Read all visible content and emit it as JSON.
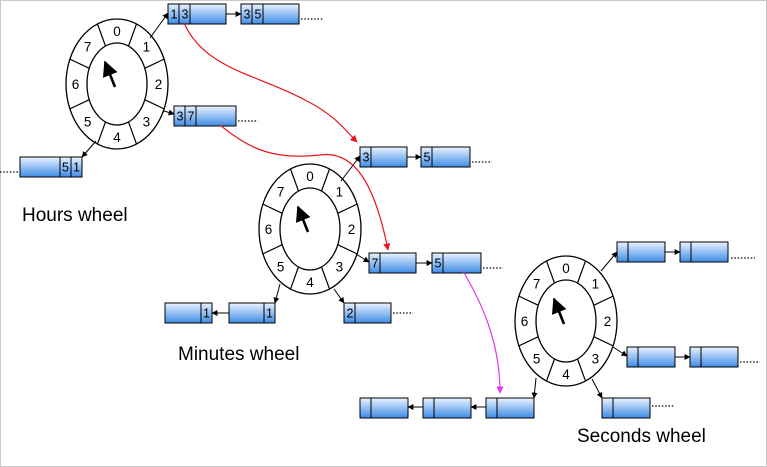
{
  "wheels": [
    {
      "id": "hours",
      "title": "Hours wheel",
      "slots": [
        "0",
        "1",
        "2",
        "3",
        "4",
        "5",
        "6",
        "7"
      ]
    },
    {
      "id": "minutes",
      "title": "Minutes wheel",
      "slots": [
        "0",
        "1",
        "2",
        "3",
        "4",
        "5",
        "6",
        "7"
      ]
    },
    {
      "id": "seconds",
      "title": "Seconds wheel",
      "slots": [
        "0",
        "1",
        "2",
        "3",
        "4",
        "5",
        "6",
        "7"
      ]
    }
  ],
  "lists": {
    "hours_slot1": [
      [
        "1",
        "3"
      ],
      [
        "3",
        "5"
      ]
    ],
    "hours_slot3": [
      [
        "3",
        "7"
      ]
    ],
    "hours_slot5": [
      [
        "5",
        "1"
      ]
    ],
    "minutes_slot1": [
      [
        "3"
      ],
      [
        "5"
      ]
    ],
    "minutes_slot3": [
      [
        "7"
      ],
      [
        "5"
      ]
    ],
    "minutes_slot4": [
      [
        "2"
      ]
    ],
    "minutes_slot5": [
      [
        "1"
      ],
      [
        "1"
      ]
    ],
    "seconds_slot1": [
      [
        ""
      ],
      [
        ""
      ]
    ],
    "seconds_slot3": [
      [
        ""
      ],
      [
        ""
      ]
    ],
    "seconds_slot4": [
      [
        ""
      ]
    ],
    "seconds_slot5": [
      [
        ""
      ],
      [
        ""
      ],
      [
        ""
      ]
    ]
  },
  "colors": {
    "node_gradient_top": "#eaf3ff",
    "node_gradient_bottom": "#3f8ce6",
    "cascade_arrow": "#e8141d",
    "expire_arrow": "#e536e8",
    "line": "#000000"
  }
}
